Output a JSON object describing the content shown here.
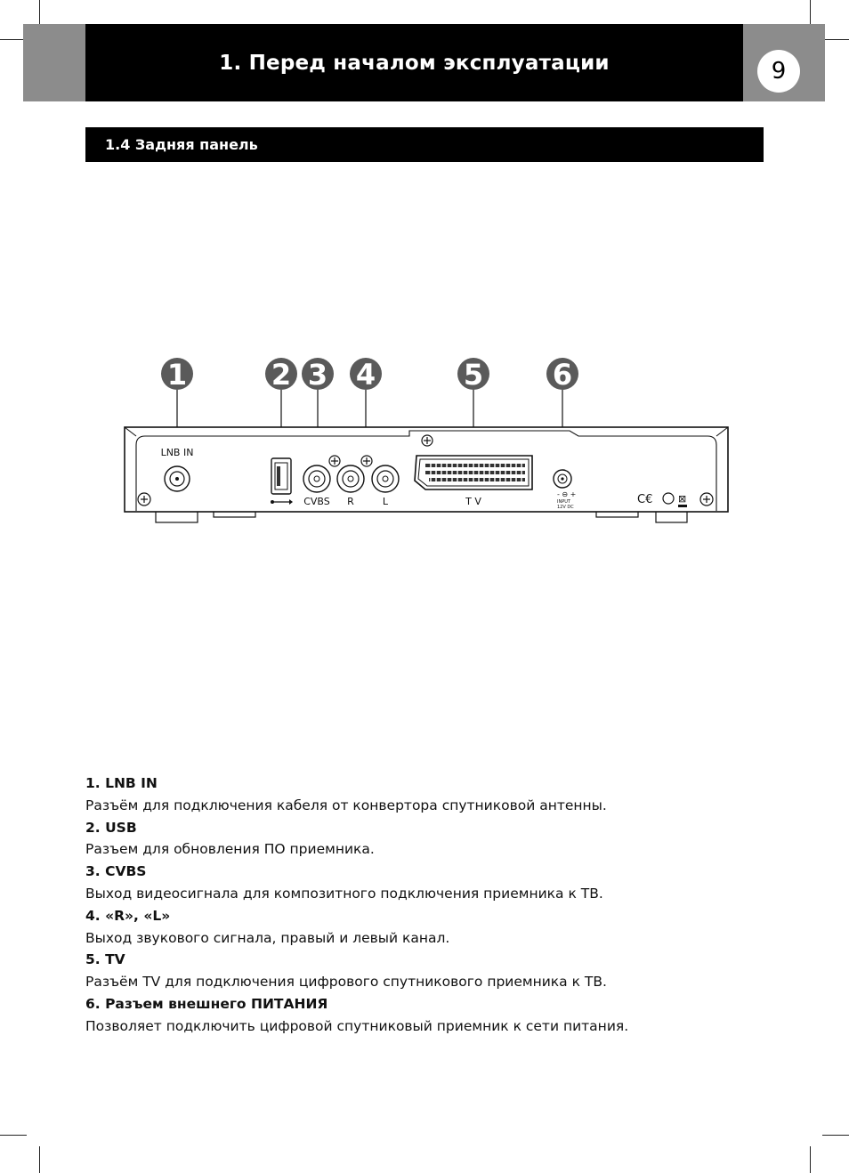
{
  "header": {
    "title": "1. Перед началом эксплуатации",
    "page_number": "9"
  },
  "section": {
    "title": "1.4 Задняя панель"
  },
  "diagram": {
    "callouts": [
      "1",
      "2",
      "3",
      "4",
      "5",
      "6"
    ],
    "panel_labels": {
      "lnb": "LNB IN",
      "cvbs": "CVBS",
      "r": "R",
      "l": "L",
      "tv": "T V",
      "input": "INPUT",
      "dc": "12V DC"
    }
  },
  "items": [
    {
      "title": "1. LNB IN",
      "desc": "Разъём для подключения кабеля от конвертора спутниковой антенны."
    },
    {
      "title": "2. USB",
      "desc": "Разъем для обновления ПО приемника."
    },
    {
      "title": "3. CVBS",
      "desc": "Выход видеосигнала для композитного подключения приемника к ТВ."
    },
    {
      "title": "4. «R», «L»",
      "desc": "Выход звукового сигнала, правый и левый канал."
    },
    {
      "title": "5. TV",
      "desc": "Разъём TV для подключения цифрового спутникового приемника к ТВ."
    },
    {
      "title": "6. Разъем внешнего ПИТАНИЯ",
      "desc": "Позволяет подключить цифровой спутниковый приемник к сети питания."
    }
  ]
}
